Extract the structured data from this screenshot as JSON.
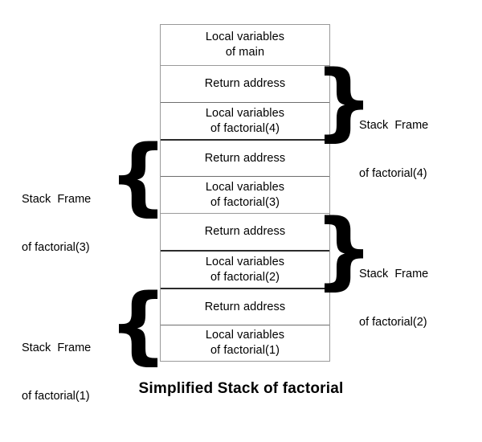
{
  "diagram": {
    "caption": "Simplified Stack of factorial",
    "stack_rows": [
      {
        "line1": "Local variables",
        "line2": "of main"
      },
      {
        "line1": "Return address",
        "line2": ""
      },
      {
        "line1": "Local variables",
        "line2": "of factorial(4)"
      },
      {
        "line1": "Return address",
        "line2": ""
      },
      {
        "line1": "Local variables",
        "line2": "of factorial(3)"
      },
      {
        "line1": "Return address",
        "line2": ""
      },
      {
        "line1": "Local variables",
        "line2": "of factorial(2)"
      },
      {
        "line1": "Return address",
        "line2": ""
      },
      {
        "line1": "Local variables",
        "line2": "of factorial(1)"
      }
    ],
    "frame_labels": [
      {
        "line1": "Stack  Frame",
        "line2": "of factorial(4)",
        "side": "right",
        "brace": "}"
      },
      {
        "line1": "Stack  Frame",
        "line2": "of factorial(3)",
        "side": "left",
        "brace": "{"
      },
      {
        "line1": "Stack  Frame",
        "line2": "of factorial(2)",
        "side": "right",
        "brace": "}"
      },
      {
        "line1": "Stack  Frame",
        "line2": "of factorial(1)",
        "side": "left",
        "brace": "{"
      }
    ],
    "colors": {
      "background": "#ffffff",
      "text": "#000000",
      "border_light": "#9a9a9a",
      "border_dark": "#2b2b2b"
    }
  }
}
